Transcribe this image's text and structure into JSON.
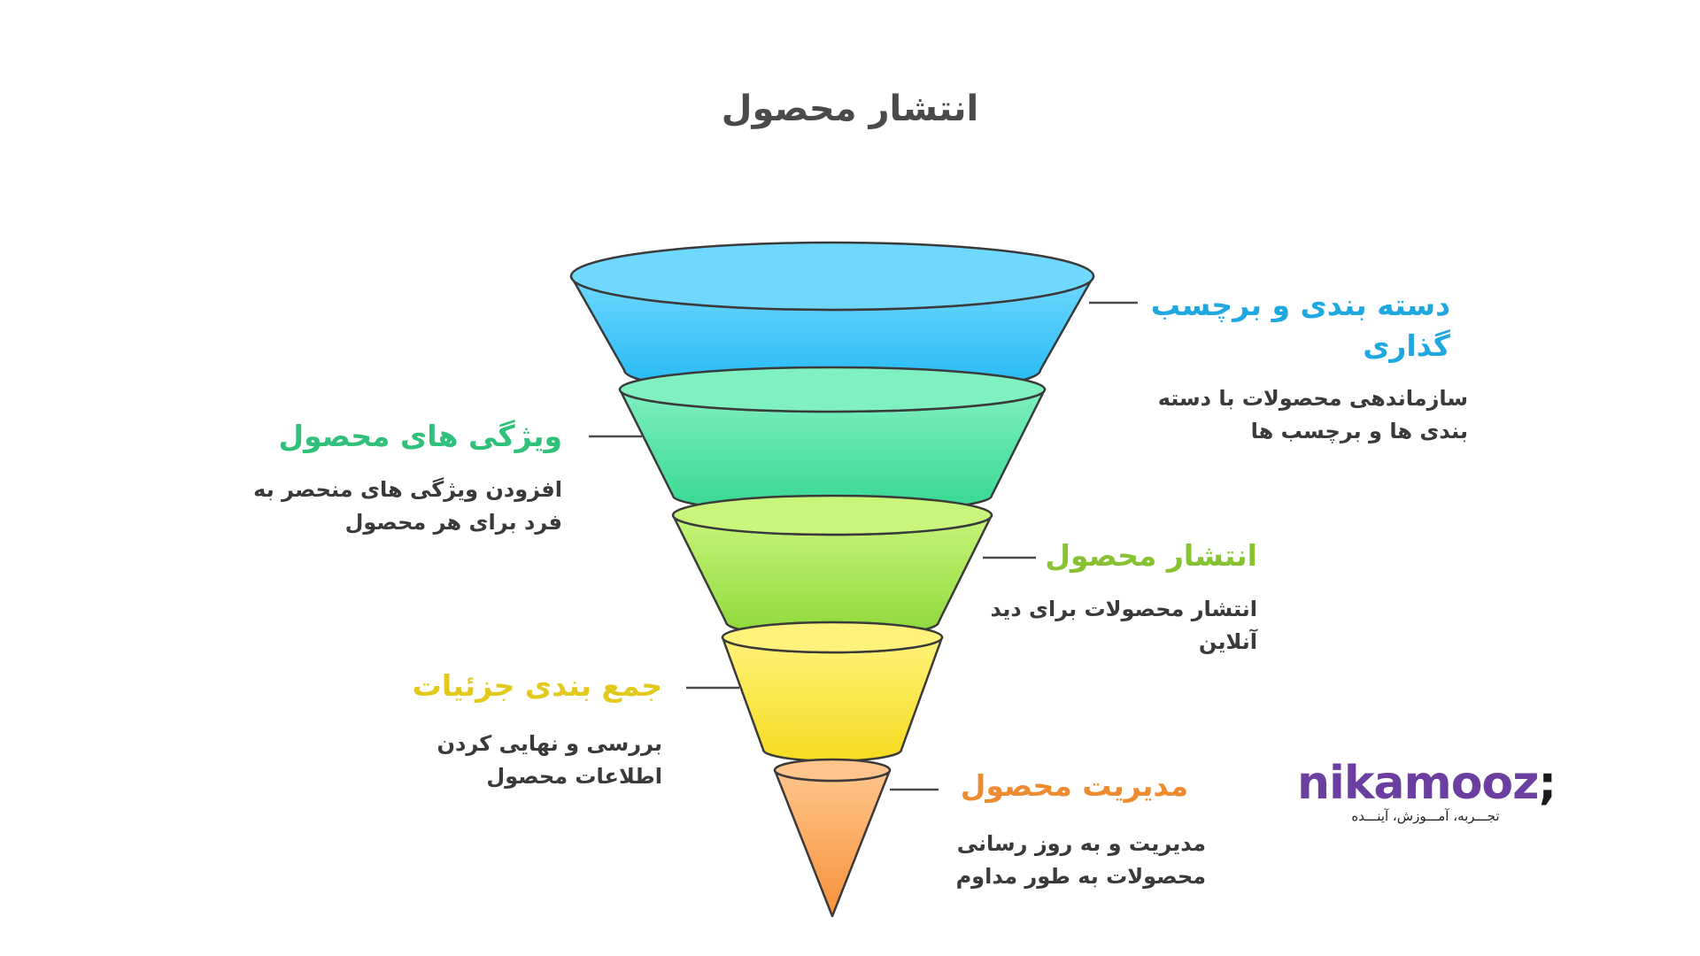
{
  "title": "انتشار محصول",
  "stages": [
    {
      "label": "دسته بندی و برچسب گذاری",
      "desc": "سازماندهی محصولات با دسته بندی ها و برچسب ها",
      "color": "#1fa8e0"
    },
    {
      "label": "ویژگی های محصول",
      "desc": "افزودن ویژگی های منحصر به فرد برای هر محصول",
      "color": "#2fc07a"
    },
    {
      "label": "انتشار محصول",
      "desc": "انتشار محصولات برای دید آنلاین",
      "color": "#86c232"
    },
    {
      "label": "جمع بندی جزئیات",
      "desc": "بررسی و نهایی کردن اطلاعات محصول",
      "color": "#e2c91c"
    },
    {
      "label": "مدیریت محصول",
      "desc": "مدیریت و به روز رسانی محصولات به طور مداوم",
      "color": "#ee8a30"
    }
  ],
  "funnel_colors": [
    [
      "#6fd8ff",
      "#20b8f4"
    ],
    [
      "#7ff0c0",
      "#36d890"
    ],
    [
      "#c8f57a",
      "#8ed83a"
    ],
    [
      "#fff27a",
      "#f5dc20"
    ],
    [
      "#ffc58a",
      "#f7923a"
    ]
  ],
  "logo": {
    "brand": "nikamooz",
    "mark": ";",
    "tagline": "تجـــربه، آمـــوزش، آینـــده",
    "color": "#6a3fa0"
  }
}
